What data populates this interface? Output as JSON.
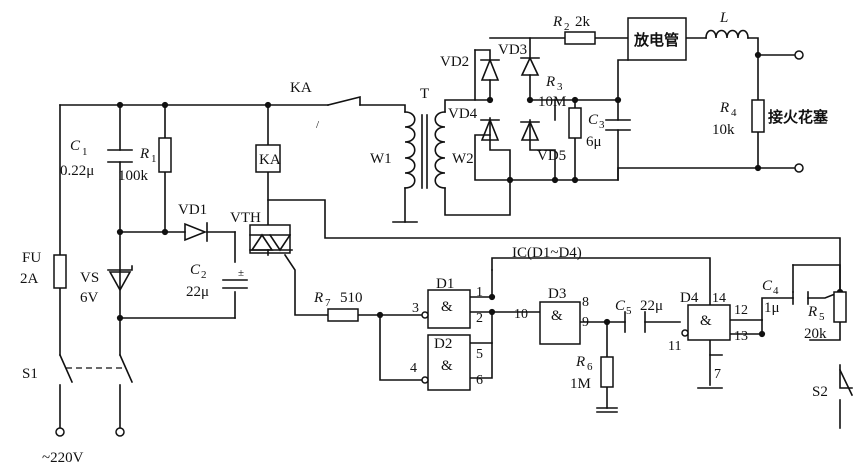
{
  "labels": {
    "fu": "FU",
    "fu_rating": "2A",
    "c1": "C",
    "c1_sub": "1",
    "c1_value": "0.22μ",
    "r1": "R",
    "r1_sub": "1",
    "r1_value": "100k",
    "vs": "VS",
    "vs_value": "6V",
    "s1": "S1",
    "mains": "~220V",
    "vd1": "VD1",
    "vth": "VTH",
    "c2": "C",
    "c2_sub": "2",
    "c2_value": "22μ",
    "ka_switch": "KA",
    "ka_relay": "KA",
    "transformer": "T",
    "w1": "W1",
    "w2": "W2",
    "vd2": "VD2",
    "vd3": "VD3",
    "vd4": "VD4",
    "vd5": "VD5",
    "r2": "R",
    "r2_sub": "2",
    "r2_value": "2k",
    "r3": "R",
    "r3_sub": "3",
    "r3_value": "10M",
    "c3": "C",
    "c3_sub": "3",
    "c3_value": "6μ",
    "discharge_tube": "放电管",
    "inductor": "L",
    "r4": "R",
    "r4_sub": "4",
    "r4_value": "10k",
    "spark_plug": "接火花塞",
    "ic": "IC(D1~D4)",
    "r7": "R",
    "r7_sub": "7",
    "r7_value": "510",
    "d1": "D1",
    "d2": "D2",
    "d3": "D3",
    "d4": "D4",
    "nand_symbol": "&",
    "c5": "C",
    "c5_sub": "5",
    "c5_value": "22μ",
    "r6": "R",
    "r6_sub": "6",
    "r6_value": "1M",
    "c4": "C",
    "c4_sub": "4",
    "c4_value": "1μ",
    "r5": "R",
    "r5_sub": "5",
    "r5_value": "20k",
    "s2": "S2"
  },
  "pins": {
    "p1": "1",
    "p2": "2",
    "p3": "3",
    "p4": "4",
    "p5": "5",
    "p6": "6",
    "p7": "7",
    "p8": "8",
    "p9": "9",
    "p10": "10",
    "p11": "11",
    "p12": "12",
    "p13": "13",
    "p14": "14"
  }
}
